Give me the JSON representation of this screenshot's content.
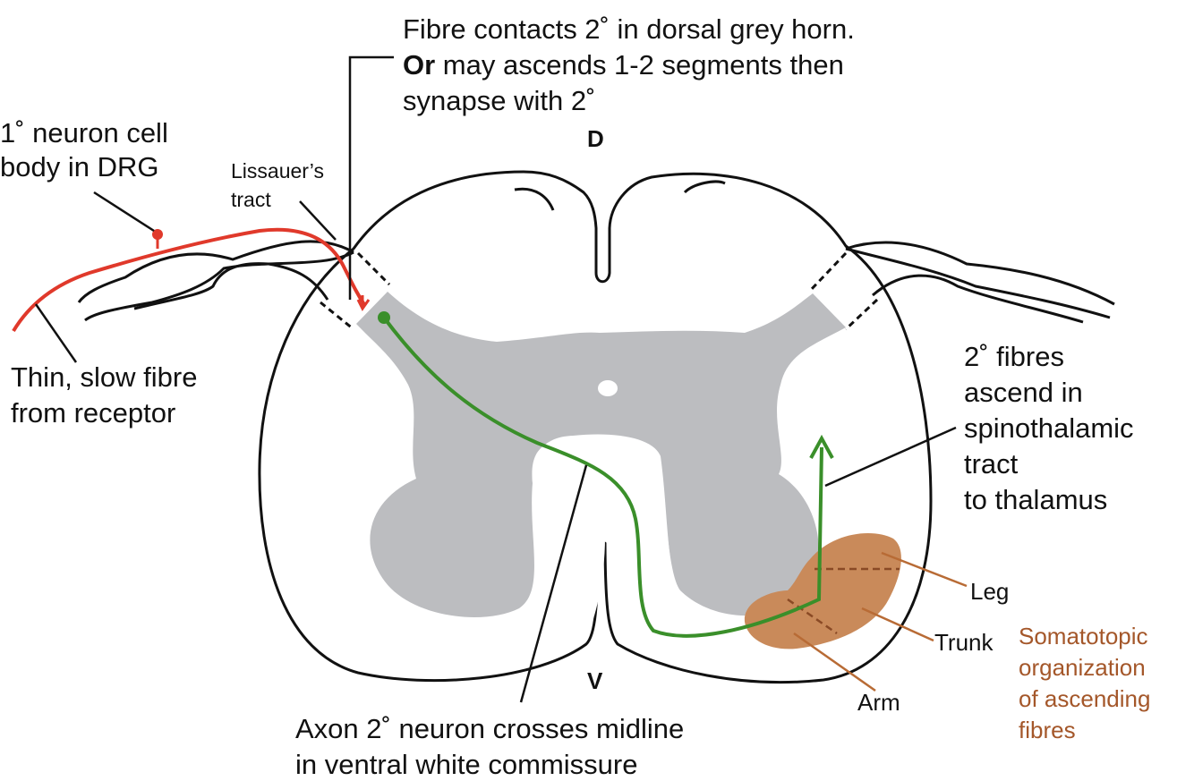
{
  "labels": {
    "top_line1": "Fibre contacts 2˚ in dorsal grey horn.",
    "top_line2_bold": "Or",
    "top_line2_rest": " may ascends 1-2 segments then",
    "top_line3": "synapse with 2˚",
    "dorsal": "D",
    "ventral": "V",
    "cell_body_line1": "1˚ neuron cell",
    "cell_body_line2": "body in DRG",
    "lissauer_line1": "Lissauer’s",
    "lissauer_line2": "tract",
    "thin_fibre_line1": "Thin, slow fibre",
    "thin_fibre_line2": "from receptor",
    "ascend_line1": "2˚ fibres",
    "ascend_line2": "ascend in",
    "ascend_line3": "spinothalamic",
    "ascend_line4": "tract",
    "ascend_line5": "to thalamus",
    "leg": "Leg",
    "trunk": "Trunk",
    "arm": "Arm",
    "somato_line1": "Somatotopic",
    "somato_line2": "organization",
    "somato_line3": "of ascending",
    "somato_line4": "fibres",
    "axon_line1": "Axon 2˚ neuron crosses midline",
    "axon_line2": "in ventral white commissure"
  },
  "colors": {
    "primary_fibre": "#e0392b",
    "secondary_fibre": "#3a8f2a",
    "grey_matter": "#bcbdc0",
    "somatotopic_region": "#c98a5a",
    "somatotopic_text": "#a4572a",
    "outline": "#111111"
  }
}
